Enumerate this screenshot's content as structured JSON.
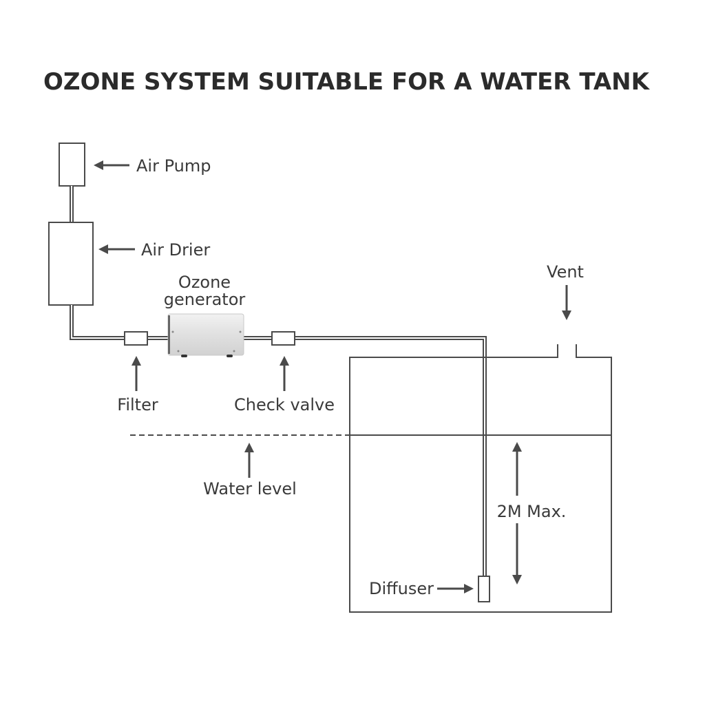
{
  "title": "OZONE SYSTEM SUITABLE FOR A WATER TANK",
  "labels": {
    "air_pump": "Air Pump",
    "air_drier": "Air Drier",
    "ozone_generator_line1": "Ozone",
    "ozone_generator_line2": "generator",
    "filter": "Filter",
    "check_valve": "Check valve",
    "vent": "Vent",
    "water_level": "Water level",
    "max_depth": "2M Max.",
    "diffuser": "Diffuser"
  },
  "colors": {
    "line": "#4a4a4a",
    "text": "#3a3a3a",
    "generator_body": "#e2e2e2"
  }
}
